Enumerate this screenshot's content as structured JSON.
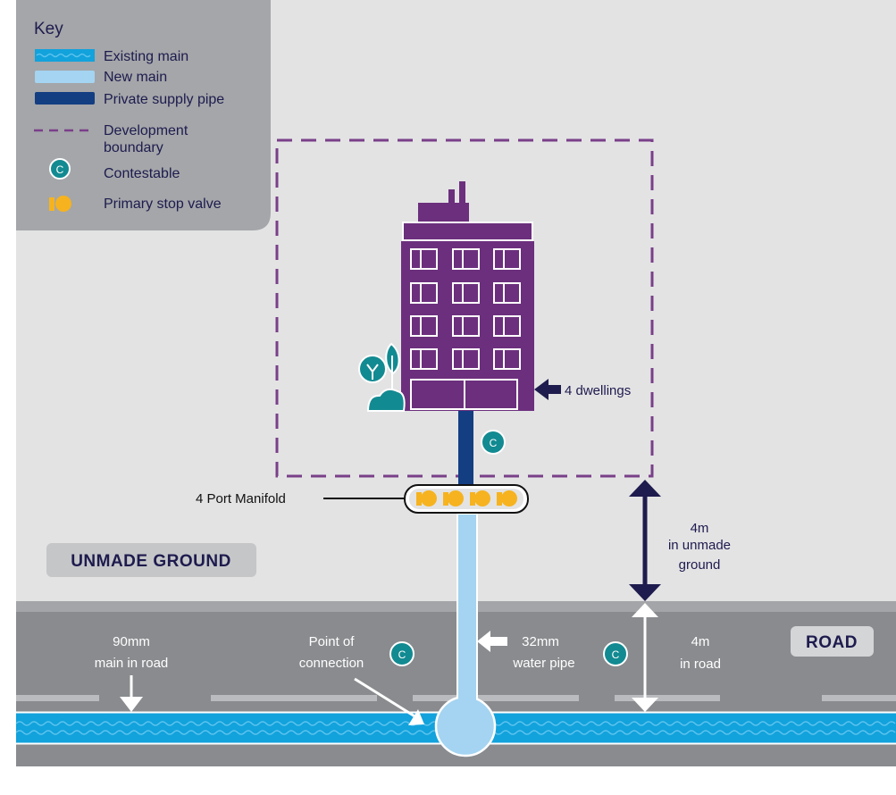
{
  "colors": {
    "ground": "#e3e3e4",
    "road": "#898b8e",
    "road_edge": "#a3a5a8",
    "existing_main": "#12a2dc",
    "new_main": "#a4d4f1",
    "supply_pipe": "#133e82",
    "boundary": "#7a3f89",
    "building": "#6c2f7d",
    "contestable": "#128a91",
    "valve": "#f6b31f",
    "arrow_dark": "#1e1b4e",
    "legend_bg": "#a4a6a9"
  },
  "legend": {
    "title": "Key",
    "existing_main": "Existing main",
    "new_main": "New main",
    "private_supply": "Private supply pipe",
    "boundary_line1": "Development",
    "boundary_line2": "boundary",
    "contestable": "Contestable",
    "stop_valve": "Primary stop valve",
    "contestable_letter": "C"
  },
  "labels": {
    "dwellings": "4 dwellings",
    "manifold": "4 Port Manifold",
    "unmade_ground": "UNMADE GROUND",
    "road": "ROAD",
    "dist_unmade_1": "4m",
    "dist_unmade_2": "in unmade",
    "dist_unmade_3": "ground",
    "dist_road_1": "4m",
    "dist_road_2": "in road",
    "main_1": "90mm",
    "main_2": "main in road",
    "poc_1": "Point of",
    "poc_2": "connection",
    "pipe_1": "32mm",
    "pipe_2": "water pipe",
    "c_letter": "C"
  },
  "icons": {
    "contestable": "contestable-c-icon",
    "valve": "primary-stop-valve-icon",
    "building": "apartment-building-icon",
    "trees": "trees-icon"
  }
}
